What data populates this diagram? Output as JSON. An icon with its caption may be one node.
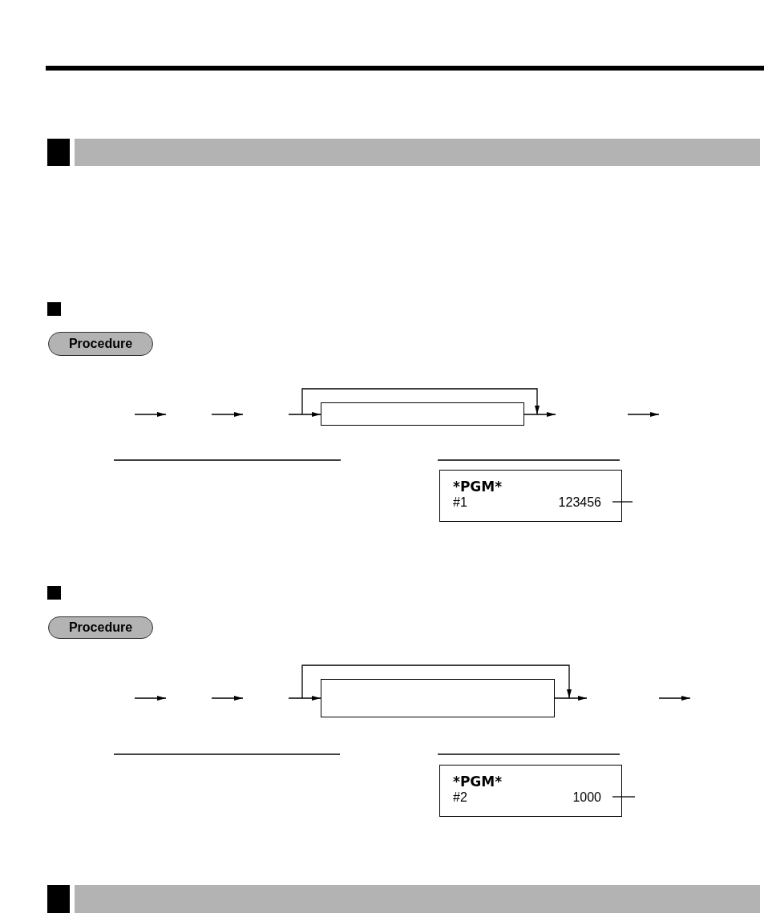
{
  "diagram": {
    "nodes": [
      {
        "text": [
          "Procedure"
        ]
      },
      {
        "text": [],
        "shape": "box"
      },
      {
        "text": [
          "*PGM*",
          "#1"
        ]
      },
      {
        "text": [
          "123456"
        ],
        "in": 2
      },
      {
        "text": [
          "Procedure"
        ]
      },
      {
        "text": [],
        "shape": "box"
      },
      {
        "text": [
          "*PGM*",
          "#2"
        ]
      },
      {
        "text": [
          "1000"
        ],
        "in": 6
      }
    ],
    "edges": [
      {
        "from": null,
        "to": 1,
        "arrow": "to"
      },
      {
        "from": 1,
        "to": null,
        "arrow": "to"
      },
      {
        "from": 3,
        "to": null,
        "arrow": "none"
      },
      {
        "from": null,
        "to": 5,
        "arrow": "to"
      },
      {
        "from": 5,
        "to": null,
        "arrow": "to"
      },
      {
        "from": 7,
        "to": null,
        "arrow": "none"
      }
    ]
  }
}
